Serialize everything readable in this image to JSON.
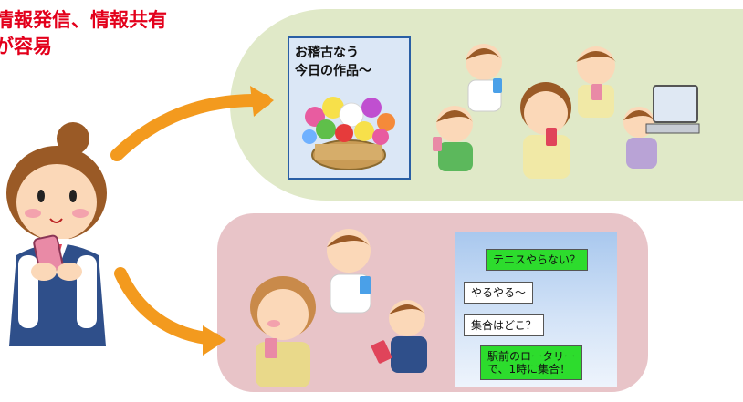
{
  "headline": {
    "line1": "情報発信、情報共有",
    "line2": "が容易"
  },
  "post_card": {
    "line1": "お稽古なう",
    "line2": "今日の作品～"
  },
  "chat": {
    "messages": [
      {
        "text": "テニスやらない？",
        "style": "green"
      },
      {
        "text": "やるやる～",
        "style": "white"
      },
      {
        "text": "集合はどこ？",
        "style": "white"
      },
      {
        "text": "駅前のロータリー",
        "text2": "で、1時に集合！",
        "style": "green"
      }
    ]
  },
  "colors": {
    "headline": "#e3001b",
    "panel_green": "#e0e9c8",
    "panel_pink": "#e8c4c8",
    "arrow": "#f39a1e",
    "bubble_green": "#2ddc2d"
  }
}
